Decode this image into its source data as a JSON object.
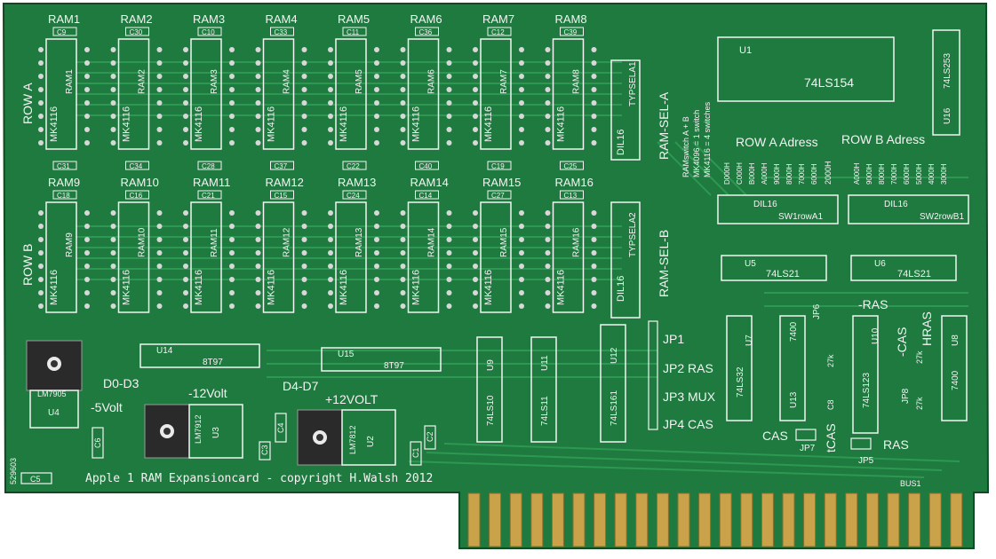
{
  "board": {
    "title": "Apple 1 RAM Expansioncard - copyright H.Walsh 2012",
    "edge_connector_label": "BUS1",
    "colors": {
      "pcb": "#1e7a3e",
      "trace": "#2a9a4f",
      "silk": "#f4f4f4",
      "pad": "#d8d8d8",
      "gold": "#c9a24a"
    }
  },
  "rows": {
    "a_label": "ROW A",
    "b_label": "ROW B"
  },
  "ram_row_a": [
    {
      "ref": "RAM1",
      "cap": "C9",
      "chip": "RAM1",
      "part": "MK4116"
    },
    {
      "ref": "RAM2",
      "cap": "C30",
      "chip": "RAM2",
      "part": "MK4116"
    },
    {
      "ref": "RAM3",
      "cap": "C10",
      "chip": "RAM3",
      "part": "MK4116"
    },
    {
      "ref": "RAM4",
      "cap": "C33",
      "chip": "RAM4",
      "part": "MK4116"
    },
    {
      "ref": "RAM5",
      "cap": "C11",
      "chip": "RAM5",
      "part": "MK4116"
    },
    {
      "ref": "RAM6",
      "cap": "C36",
      "chip": "RAM6",
      "part": "MK4116"
    },
    {
      "ref": "RAM7",
      "cap": "C12",
      "chip": "RAM7",
      "part": "MK4116"
    },
    {
      "ref": "RAM8",
      "cap": "C39",
      "chip": "RAM8",
      "part": "MK4116"
    }
  ],
  "ram_row_a_bottom_caps": [
    "C31",
    "C34",
    "C28",
    "C37",
    "C22",
    "C40",
    "C19",
    "C25"
  ],
  "ram_row_b": [
    {
      "ref": "RAM9",
      "cap": "C18",
      "chip": "RAM9",
      "part": "MK4116"
    },
    {
      "ref": "RAM10",
      "cap": "C16",
      "chip": "RAM10",
      "part": "MK4116"
    },
    {
      "ref": "RAM11",
      "cap": "C21",
      "chip": "RAM11",
      "part": "MK4116"
    },
    {
      "ref": "RAM12",
      "cap": "C15",
      "chip": "RAM12",
      "part": "MK4116"
    },
    {
      "ref": "RAM13",
      "cap": "C24",
      "chip": "RAM13",
      "part": "MK4116"
    },
    {
      "ref": "RAM14",
      "cap": "C14",
      "chip": "RAM14",
      "part": "MK4116"
    },
    {
      "ref": "RAM15",
      "cap": "C27",
      "chip": "RAM15",
      "part": "MK4116"
    },
    {
      "ref": "RAM16",
      "cap": "C13",
      "chip": "RAM16",
      "part": "MK4116"
    }
  ],
  "ramsel": {
    "a": {
      "label": "RAM-SEL-A",
      "socket": "DIL16",
      "type": "TYPSELA1"
    },
    "b": {
      "label": "RAM-SEL-B",
      "socket": "DIL16",
      "type": "TYPSELA2"
    }
  },
  "notes": {
    "line1": "RAMswitch A + B",
    "line2": "MK4096 = 1 switch",
    "line3": "MK4116 = 4 switches"
  },
  "u1": {
    "ref": "U1",
    "part": "74LS154"
  },
  "u16": {
    "ref": "U16",
    "part": "74LS253"
  },
  "address": {
    "row_a_title": "ROW A Adress",
    "row_b_title": "ROW B Adress",
    "row_a_values": [
      "D000H",
      "C000H",
      "B000H",
      "A000H",
      "9000H",
      "8000H",
      "7000H",
      "6000H"
    ],
    "row_b_values": [
      "3000H",
      "4000H",
      "5000H",
      "6000H",
      "7000H",
      "8000H",
      "9000H",
      "A000H"
    ],
    "extra": "2000H",
    "sw1_socket": "DIL16",
    "sw1": "SW1rowA1",
    "sw2_socket": "DIL16",
    "sw2": "SW2rowB1"
  },
  "u5": {
    "ref": "U5",
    "part": "74LS21"
  },
  "u6": {
    "ref": "U6",
    "part": "74LS21"
  },
  "u14": {
    "ref": "U14",
    "part": "8T97"
  },
  "u15": {
    "ref": "U15",
    "part": "8T97"
  },
  "data_labels": {
    "d0_d3": "D0-D3",
    "d4_d7": "D4-D7"
  },
  "u9": {
    "ref": "U9",
    "part": "74LS10"
  },
  "u11": {
    "ref": "U11",
    "part": "74LS11"
  },
  "u12": {
    "ref": "U12",
    "part": "74LS161"
  },
  "jumpers": {
    "jp1": "JP1",
    "jp2": "JP2 RAS",
    "jp3": "JP3 MUX",
    "jp4": "JP4 CAS",
    "jp5": "JP5",
    "jp6": "JP6",
    "jp7": "JP7",
    "jp8": "JP8"
  },
  "u7": {
    "ref": "U7",
    "part": "74LS32"
  },
  "u13": {
    "ref": "U13",
    "part": "7400"
  },
  "u10": {
    "ref": "U10",
    "part": "74LS123"
  },
  "u8": {
    "ref": "U8",
    "part": "7400"
  },
  "signals": {
    "ras_top": "-RAS",
    "cas_side": "-CAS",
    "hras": "HRAS",
    "cas": "CAS",
    "tcas": "tCAS",
    "ras": "RAS",
    "r27k_a": "27k",
    "r27k_b": "27k",
    "r27k_c": "27k",
    "c8": "C8"
  },
  "regulators": {
    "u4": {
      "ref": "U4",
      "part": "LM7905",
      "rail": "-5Volt"
    },
    "u3": {
      "ref": "U3",
      "part": "LM7912",
      "rail": "-12Volt"
    },
    "u2": {
      "ref": "U2",
      "part": "LM7812",
      "rail": "+12VOLT"
    }
  },
  "misc_caps": {
    "c5": "C5",
    "c6": "C6",
    "c4": "C4",
    "c3": "C3",
    "c1": "C1",
    "c2": "C2"
  },
  "serial": "529603"
}
